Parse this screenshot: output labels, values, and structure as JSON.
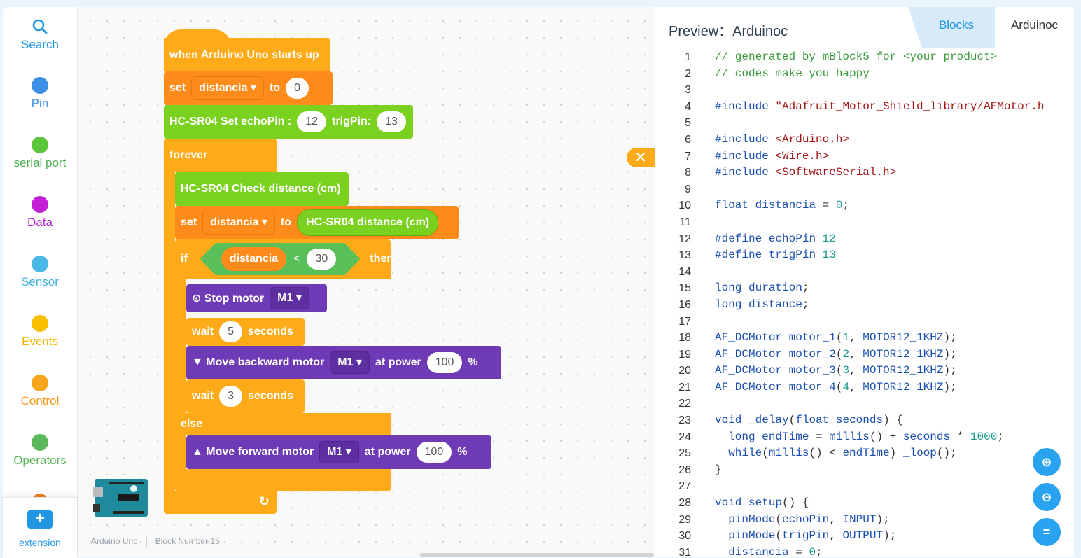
{
  "sidebar": {
    "categories": [
      {
        "label": "Search",
        "color": "#2196e3"
      },
      {
        "label": "Pin",
        "color": "#3d8fe6"
      },
      {
        "label": "serial port",
        "color": "#5cb85c"
      },
      {
        "label": "Data",
        "color": "#b41fd4"
      },
      {
        "label": "Sensor",
        "color": "#3fb0e0"
      },
      {
        "label": "Events",
        "color": "#f5b400"
      },
      {
        "label": "Control",
        "color": "#f59a1d"
      },
      {
        "label": "Operators",
        "color": "#5cb85c"
      }
    ],
    "extension_label": "extension"
  },
  "workspace": {
    "board_name": "Arduino Uno",
    "block_number": "Block Number:15",
    "blocks": {
      "hat": "when Arduino Uno starts up",
      "set1": {
        "set": "set",
        "var": "distancia",
        "to": "to",
        "value": "0"
      },
      "hcsr": {
        "label": "HC-SR04 Set echoPin :",
        "echo": "12",
        "trig_label": "trigPin:",
        "trig": "13"
      },
      "forever": "forever",
      "check": "HC-SR04 Check distance (cm)",
      "set2": {
        "set": "set",
        "var": "distancia",
        "to": "to",
        "reporter": "HC-SR04 distance (cm)"
      },
      "if": {
        "if": "if",
        "var": "distancia",
        "op": "<",
        "value": "30",
        "then": "then",
        "else": "else"
      },
      "stop": {
        "label": "⊙ Stop motor",
        "motor": "M1"
      },
      "wait1": {
        "wait": "wait",
        "value": "5",
        "unit": "seconds"
      },
      "back": {
        "label": "▼ Move backward motor",
        "motor": "M1",
        "power_label": "at power",
        "power": "100",
        "pct": "%"
      },
      "wait2": {
        "wait": "wait",
        "value": "3",
        "unit": "seconds"
      },
      "fwd": {
        "label": "▲ Move forward motor",
        "motor": "M1",
        "power_label": "at power",
        "power": "100",
        "pct": "%"
      }
    }
  },
  "preview": {
    "title": "Preview：Arduinoc",
    "tabs": [
      "Blocks",
      "Arduinoc"
    ],
    "code_lines": [
      "// generated by mBlock5 for <your product>",
      "// codes make you happy",
      "",
      "#include \"Adafruit_Motor_Shield_library/AFMotor.h",
      "",
      "#include <Arduino.h>",
      "#include <Wire.h>",
      "#include <SoftwareSerial.h>",
      "",
      "float distancia = 0;",
      "",
      "#define echoPin 12",
      "#define trigPin 13",
      "",
      "long duration;",
      "long distance;",
      "",
      "AF_DCMotor motor_1(1, MOTOR12_1KHZ);",
      "AF_DCMotor motor_2(2, MOTOR12_1KHZ);",
      "AF_DCMotor motor_3(3, MOTOR12_1KHZ);",
      "AF_DCMotor motor_4(4, MOTOR12_1KHZ);",
      "",
      "void _delay(float seconds) {",
      "  long endTime = millis() + seconds * 1000;",
      "  while(millis() < endTime) _loop();",
      "}",
      "",
      "void setup() {",
      "  pinMode(echoPin, INPUT);",
      "  pinMode(trigPin, OUTPUT);",
      "  distancia = 0;"
    ]
  }
}
